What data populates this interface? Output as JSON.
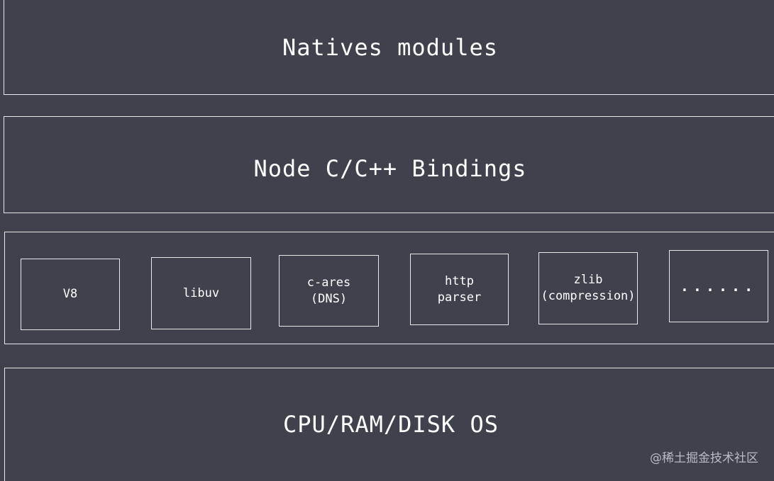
{
  "layers": {
    "natives": {
      "title": "Natives modules"
    },
    "bindings": {
      "title": "Node C/C++ Bindings"
    },
    "os": {
      "title": "CPU/RAM/DISK OS"
    }
  },
  "dependencies": [
    {
      "lines": [
        "V8"
      ]
    },
    {
      "lines": [
        "libuv"
      ]
    },
    {
      "lines": [
        "c-ares",
        "(DNS)"
      ]
    },
    {
      "lines": [
        "http",
        "parser"
      ]
    },
    {
      "lines": [
        "zlib",
        "(compression)"
      ]
    },
    {
      "lines": [
        "......"
      ]
    }
  ],
  "watermark": "@稀土掘金技术社区",
  "colors": {
    "background": "#3f424c",
    "stroke": "#e8e8e8",
    "text": "#ffffff"
  }
}
